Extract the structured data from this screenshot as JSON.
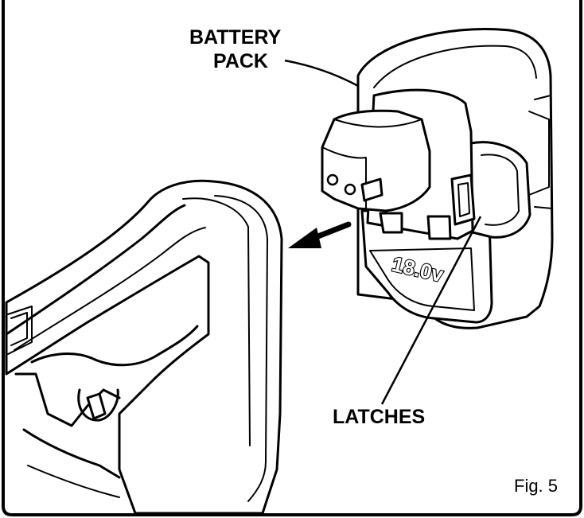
{
  "labels": {
    "battery_pack_line1": "BATTERY",
    "battery_pack_line2": "PACK",
    "latches": "LATCHES",
    "figure_caption": "Fig. 5",
    "voltage_rating": "18.0v"
  }
}
